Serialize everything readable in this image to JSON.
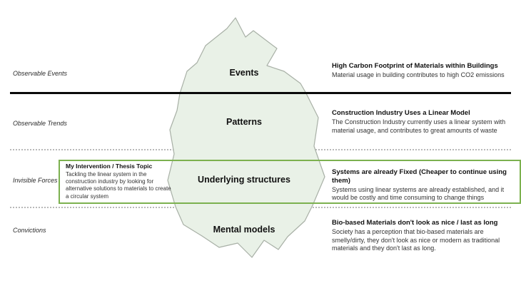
{
  "rows": [
    {
      "left_label": "Observable Events",
      "level_label": "Events",
      "right_title": "High Carbon Footprint of Materials within Buildings",
      "right_body": "Material usage in building contributes to high CO2 emissions"
    },
    {
      "left_label": "Observable Trends",
      "level_label": "Patterns",
      "right_title": "Construction Industry Uses a Linear Model",
      "right_body": "The Construction Industry currently uses a linear system with material usage, and contributes to great amounts of waste"
    },
    {
      "left_label": "Invisible Forces",
      "level_label": "Underlying structures",
      "right_title": "Systems are already Fixed (Cheaper to continue using them)",
      "right_body": "Systems using linear systems are already established, and it would be costly and time consuming to change things"
    },
    {
      "left_label": "Convictions",
      "level_label": "Mental models",
      "right_title": "Bio-based Materials don't look as nice / last as long",
      "right_body": "Society has a perception that bio-based materials are smelly/dirty, they don't look as nice or modern as traditional materials and they don't last as long."
    }
  ],
  "intervention": {
    "title": "My Intervention / Thesis Topic",
    "body": "Tackling the linear system in the construction industry by looking for alternative solutions to materials to create a circular system"
  },
  "colors": {
    "iceberg_fill": "#e9f1e7",
    "iceberg_stroke": "#a8b0a6",
    "waterline": "#0a0a0a",
    "divider": "#b9b9b9",
    "highlight_border": "#7cb14f"
  }
}
